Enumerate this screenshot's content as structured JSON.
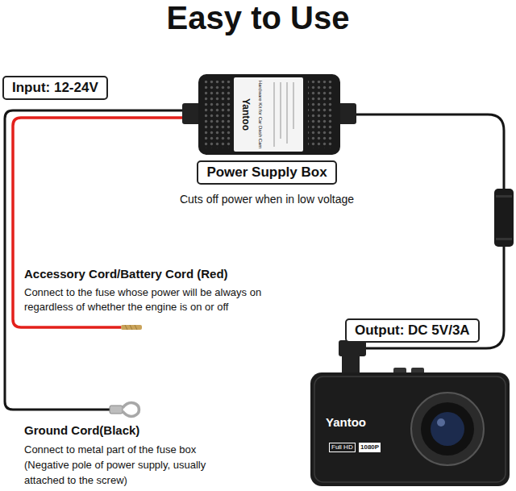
{
  "diagram": {
    "title": "Easy to Use",
    "nodes": [
      {
        "text": [
          "Input: 12-24V"
        ]
      },
      {
        "text": [
          "Power Supply Box"
        ]
      },
      {
        "text": [
          "Output: DC 5V/3A"
        ]
      }
    ],
    "labels": [
      "Cuts off power when in low voltage",
      "Accessory Cord/Battery Cord (Red)",
      "Connect to the fuse whose power will be always on regardless of whether the engine is on or off",
      "Ground Cord(Black)",
      "Connect to metal part of the fuse box (Negative pole of power supply, usually attached to the screw)",
      "Yantoo",
      "Hardware Kit for Car Dash Cam",
      "Yantoo",
      "Full HD",
      "1080P"
    ]
  }
}
